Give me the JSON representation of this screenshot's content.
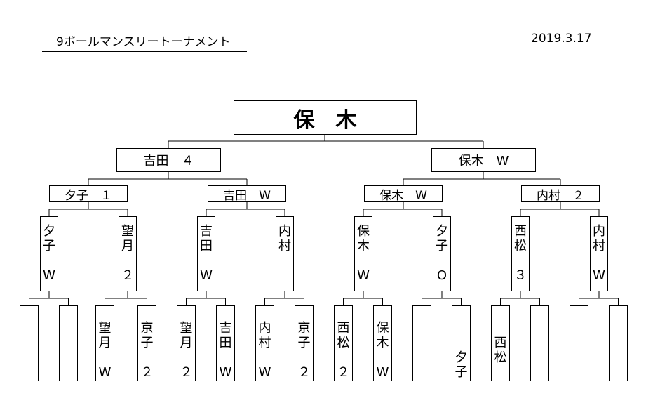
{
  "header": {
    "title": "9ボールマンスリートーナメント",
    "date": "2019.3.17"
  },
  "champion": "保　木",
  "semifinals": [
    "吉田　４",
    "保木　W"
  ],
  "quarterfinals": [
    "夕子　１",
    "吉田　W",
    "保木　W",
    "内村　２"
  ],
  "round2": [
    [
      "夕",
      "子",
      "",
      "W"
    ],
    [
      "望",
      "月",
      "",
      "２"
    ],
    [
      "吉",
      "田",
      "",
      "W"
    ],
    [
      "内",
      "村"
    ],
    [
      "保",
      "木",
      "",
      "W"
    ],
    [
      "夕",
      "子",
      "",
      "O"
    ],
    [
      "西",
      "松",
      "",
      "３"
    ],
    [
      "内",
      "村",
      "",
      "W"
    ]
  ],
  "round1": [
    [],
    [],
    [
      "",
      "望",
      "月",
      "",
      "W"
    ],
    [
      "",
      "京",
      "子",
      "",
      "２"
    ],
    [
      "",
      "望",
      "月",
      "",
      "２"
    ],
    [
      "",
      "吉",
      "田",
      "",
      "W"
    ],
    [
      "",
      "内",
      "村",
      "",
      "W"
    ],
    [
      "",
      "京",
      "子",
      "",
      "２"
    ],
    [
      "",
      "西",
      "松",
      "",
      "２"
    ],
    [
      "",
      "保",
      "木",
      "",
      "W"
    ],
    [],
    [
      "",
      "",
      "",
      "夕",
      "子"
    ],
    [
      "",
      "",
      "西",
      "松"
    ],
    [],
    [],
    []
  ]
}
